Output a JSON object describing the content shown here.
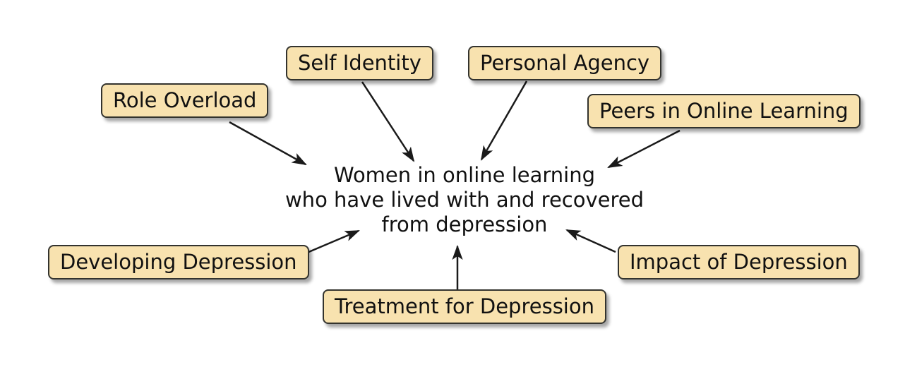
{
  "diagram": {
    "type": "concept-map",
    "center": {
      "id": "central-concept",
      "lines": [
        "Women in online learning",
        "who have lived with and recovered",
        "from depression"
      ],
      "text": "Women in online learning who have lived with and recovered from depression"
    },
    "nodes": [
      {
        "id": "role-overload",
        "label": "Role Overload",
        "position": "top-left",
        "points_to": "central-concept"
      },
      {
        "id": "self-identity",
        "label": "Self Identity",
        "position": "top",
        "points_to": "central-concept"
      },
      {
        "id": "personal-agency",
        "label": "Personal Agency",
        "position": "top",
        "points_to": "central-concept"
      },
      {
        "id": "peers-in-online-learning",
        "label": "Peers in Online Learning",
        "position": "top-right",
        "points_to": "central-concept"
      },
      {
        "id": "developing-depression",
        "label": "Developing Depression",
        "position": "bottom-left",
        "points_to": "central-concept"
      },
      {
        "id": "treatment-for-depression",
        "label": "Treatment for Depression",
        "position": "bottom",
        "points_to": "central-concept"
      },
      {
        "id": "impact-of-depression",
        "label": "Impact of Depression",
        "position": "bottom-right",
        "points_to": "central-concept"
      }
    ],
    "colors": {
      "node_fill": "#F8E2AF",
      "node_border": "#33332E",
      "arrow": "#1A1A1A",
      "text": "#111111",
      "background": "#FFFFFF"
    }
  }
}
